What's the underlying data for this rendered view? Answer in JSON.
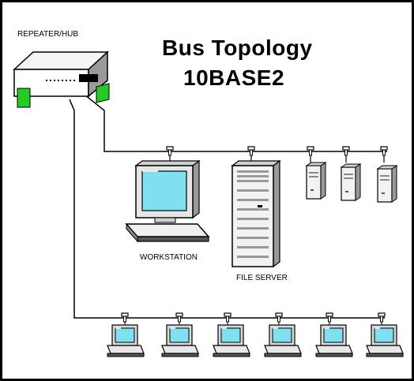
{
  "title_line1": "Bus Topology",
  "title_line2": "10BASE2",
  "labels": {
    "hub": "REPEATER/HUB",
    "workstation": "WORKSTATION",
    "file_server": "FILE SERVER"
  },
  "colors": {
    "line": "#000000",
    "screen": "#7fe0f0",
    "hub_port": "#22cc22",
    "device_body": "#f2f2f2",
    "shadow": "#8a8a8a"
  },
  "devices": {
    "upper_bus": [
      "workstation-tap",
      "file-server",
      "mini-tower",
      "mini-tower",
      "mini-tower"
    ],
    "lower_bus": [
      "workstation",
      "workstation",
      "workstation",
      "workstation",
      "workstation",
      "workstation"
    ]
  }
}
